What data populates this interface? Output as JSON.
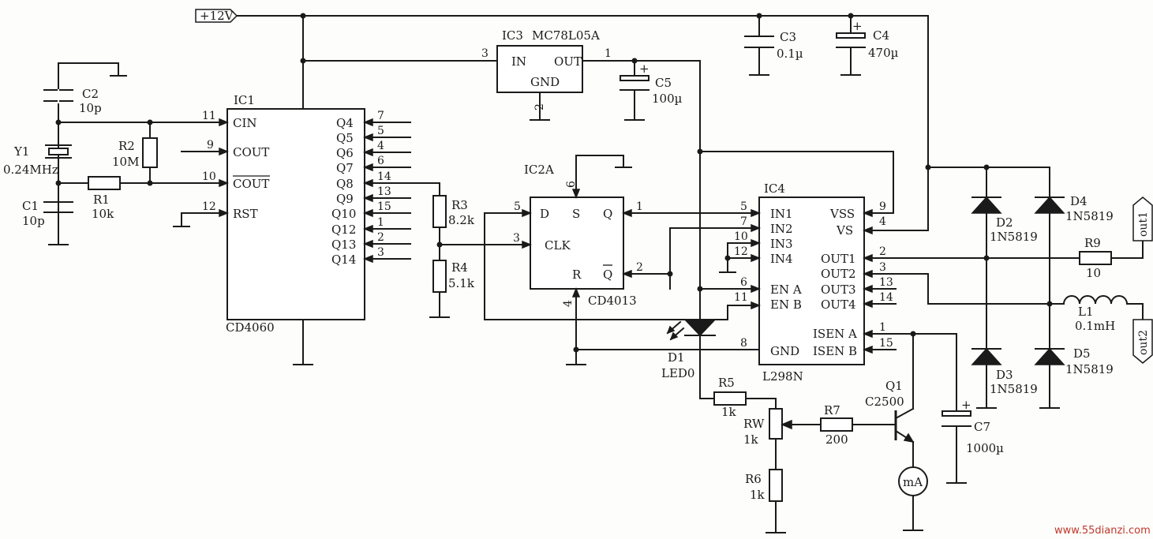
{
  "supply": "+12V",
  "ic1": {
    "ref": "IC1",
    "part": "CD4060",
    "pins_left": [
      "CIN",
      "COUT",
      "COUT",
      "RST"
    ],
    "pins_left_nums": [
      "11",
      "9",
      "10",
      "12"
    ],
    "q_labels": [
      "Q4",
      "Q5",
      "Q6",
      "Q7",
      "Q8",
      "Q9",
      "Q10",
      "Q12",
      "Q13",
      "Q14"
    ],
    "q_pins": [
      "7",
      "5",
      "4",
      "6",
      "14",
      "13",
      "15",
      "1",
      "2",
      "3"
    ]
  },
  "ic2": {
    "ref": "IC2A",
    "part": "CD4013",
    "D": "D",
    "S": "S",
    "Q": "Q",
    "CLK": "CLK",
    "R": "R",
    "QB": "Q",
    "pins": {
      "D": "5",
      "S": "6",
      "Q": "1",
      "CLK": "3",
      "R": "4",
      "QB": "2"
    }
  },
  "ic3": {
    "ref": "IC3",
    "part": "MC78L05A",
    "in": "IN",
    "out": "OUT",
    "gnd": "GND",
    "pin_in": "3",
    "pin_out": "1",
    "pin_gnd": "2"
  },
  "ic4": {
    "ref": "IC4",
    "part": "L298N",
    "left": [
      "IN1",
      "IN2",
      "IN3",
      "IN4",
      "EN A",
      "EN B",
      "GND"
    ],
    "left_pins": [
      "5",
      "7",
      "10",
      "12",
      "6",
      "11",
      "8"
    ],
    "right": [
      "VSS",
      "VS",
      "OUT1",
      "OUT2",
      "OUT3",
      "OUT4",
      "ISEN A",
      "ISEN B"
    ],
    "right_pins": [
      "9",
      "4",
      "2",
      "3",
      "13",
      "14",
      "1",
      "15"
    ]
  },
  "parts": {
    "c2": {
      "ref": "C2",
      "val": "10p"
    },
    "c1": {
      "ref": "C1",
      "val": "10p"
    },
    "y1": {
      "ref": "Y1",
      "val": "0.24MHz"
    },
    "r2": {
      "ref": "R2",
      "val": "10M"
    },
    "r1": {
      "ref": "R1",
      "val": "10k"
    },
    "r3": {
      "ref": "R3",
      "val": "8.2k"
    },
    "r4": {
      "ref": "R4",
      "val": "5.1k"
    },
    "c3": {
      "ref": "C3",
      "val": "0.1µ"
    },
    "c4": {
      "ref": "C4",
      "val": "470µ"
    },
    "c5": {
      "ref": "C5",
      "val": "100µ"
    },
    "d1": {
      "ref": "D1",
      "val": "LED0"
    },
    "r5": {
      "ref": "R5",
      "val": "1k"
    },
    "rw": {
      "ref": "RW",
      "val": "1k"
    },
    "r6": {
      "ref": "R6",
      "val": "1k"
    },
    "r7": {
      "ref": "R7",
      "val": "200"
    },
    "q1": {
      "ref": "Q1",
      "val": "C2500"
    },
    "c7": {
      "ref": "C7",
      "val": "1000µ"
    },
    "meter": "mA",
    "d2": {
      "ref": "D2",
      "val": "1N5819"
    },
    "d3": {
      "ref": "D3",
      "val": "1N5819"
    },
    "d4": {
      "ref": "D4",
      "val": "1N5819"
    },
    "d5": {
      "ref": "D5",
      "val": "1N5819"
    },
    "r9": {
      "ref": "R9",
      "val": "10"
    },
    "l1": {
      "ref": "L1",
      "val": "0.1mH"
    }
  },
  "outputs": [
    "out1",
    "out2"
  ],
  "polarity": "+",
  "watermark": "www.55dianzi.com"
}
